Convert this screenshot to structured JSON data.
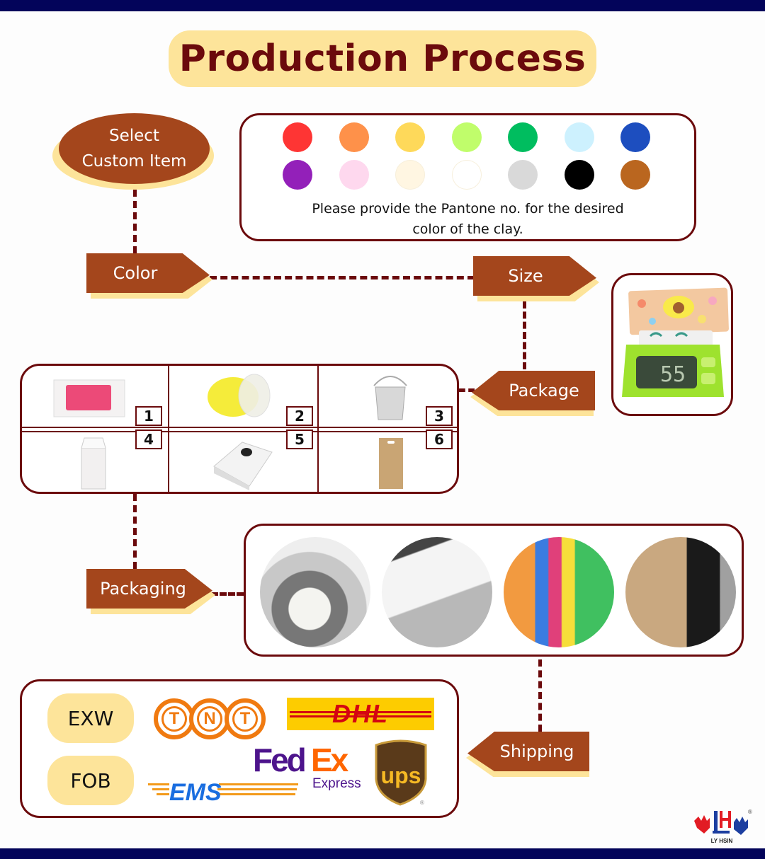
{
  "title": "Production Process",
  "steps": {
    "start": {
      "line1": "Select",
      "line2": "Custom Item"
    },
    "color": "Color",
    "size": "Size",
    "package": "Package",
    "packaging": "Packaging",
    "shipping": "Shipping"
  },
  "color_panel": {
    "swatches_row1": [
      "#fe3534",
      "#fe914a",
      "#fed95a",
      "#c0fd6b",
      "#00bd5f",
      "#cdf1fe",
      "#1d4ebf"
    ],
    "swatches_row2": [
      "#9320b9",
      "#fed8ee",
      "#fff6e2",
      "#ffffff",
      "#d9d9d9",
      "#000000",
      "#ba661f"
    ],
    "note_line1": "Please provide the Pantone no. for the desired",
    "note_line2": "color of the clay."
  },
  "size_panel": {
    "image": "clay-pack-on-scale",
    "scale_reading": "55"
  },
  "package_options": [
    {
      "num": "1",
      "image": "pink-clay-in-plastic-bag"
    },
    {
      "num": "2",
      "image": "yellow-clay-in-round-tub"
    },
    {
      "num": "3",
      "image": "clay-in-bucket"
    },
    {
      "num": "4",
      "image": "white-paper-box"
    },
    {
      "num": "5",
      "image": "white-box-with-window"
    },
    {
      "num": "6",
      "image": "kraft-hang-box"
    }
  ],
  "packaging_photos": [
    "mixing-clay",
    "packing-clay-bags",
    "stacked-color-clay",
    "loaded-pallets-in-container"
  ],
  "shipping": {
    "terms": [
      "EXW",
      "FOB"
    ],
    "carriers": {
      "tnt": [
        "T",
        "N",
        "T"
      ],
      "dhl": "DHL",
      "fedex_fed": "Fed",
      "fedex_ex": "Ex",
      "fedex_sub": "Express",
      "ems": "EMS",
      "ups": "ups"
    }
  },
  "brand": {
    "name": "LY HSIN",
    "registered": "®",
    "mark": "LH"
  },
  "colors": {
    "accent": "#a4461c",
    "dark_red": "#6b0a0c",
    "cream": "#fde49a",
    "navy": "#03045a"
  }
}
